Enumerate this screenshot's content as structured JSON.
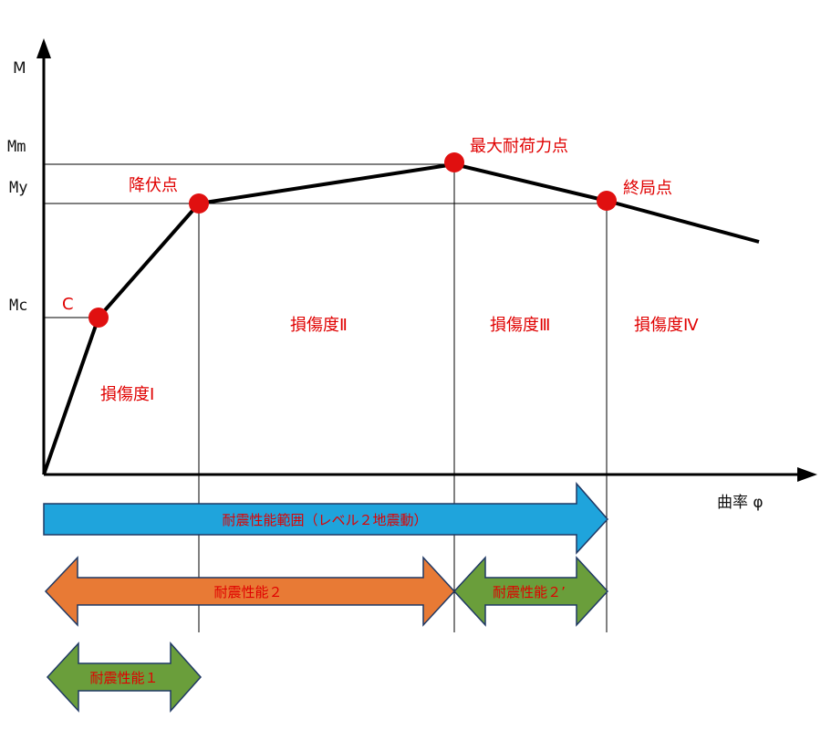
{
  "axes": {
    "y_label": "M",
    "x_label": "曲率 φ",
    "y_ticks": [
      "Mm",
      "My",
      "Mc"
    ]
  },
  "points": {
    "c": "C",
    "yield": "降伏点",
    "max": "最大耐荷力点",
    "ultimate": "終局点"
  },
  "zones": [
    "損傷度Ⅰ",
    "損傷度Ⅱ",
    "損傷度Ⅲ",
    "損傷度Ⅳ"
  ],
  "arrows": {
    "range": "耐震性能範囲（レベル２地震動）",
    "perf2": "耐震性能２",
    "perf2p": "耐震性能２’",
    "perf1": "耐震性能１"
  },
  "colors": {
    "curve": "#000000",
    "marker": "#e01010",
    "label": "#e00000",
    "range_arrow": "#1fa4dc",
    "perf2_arrow": "#e87a35",
    "green_arrow": "#6a9e3b",
    "arrow_border": "#1f3864"
  }
}
